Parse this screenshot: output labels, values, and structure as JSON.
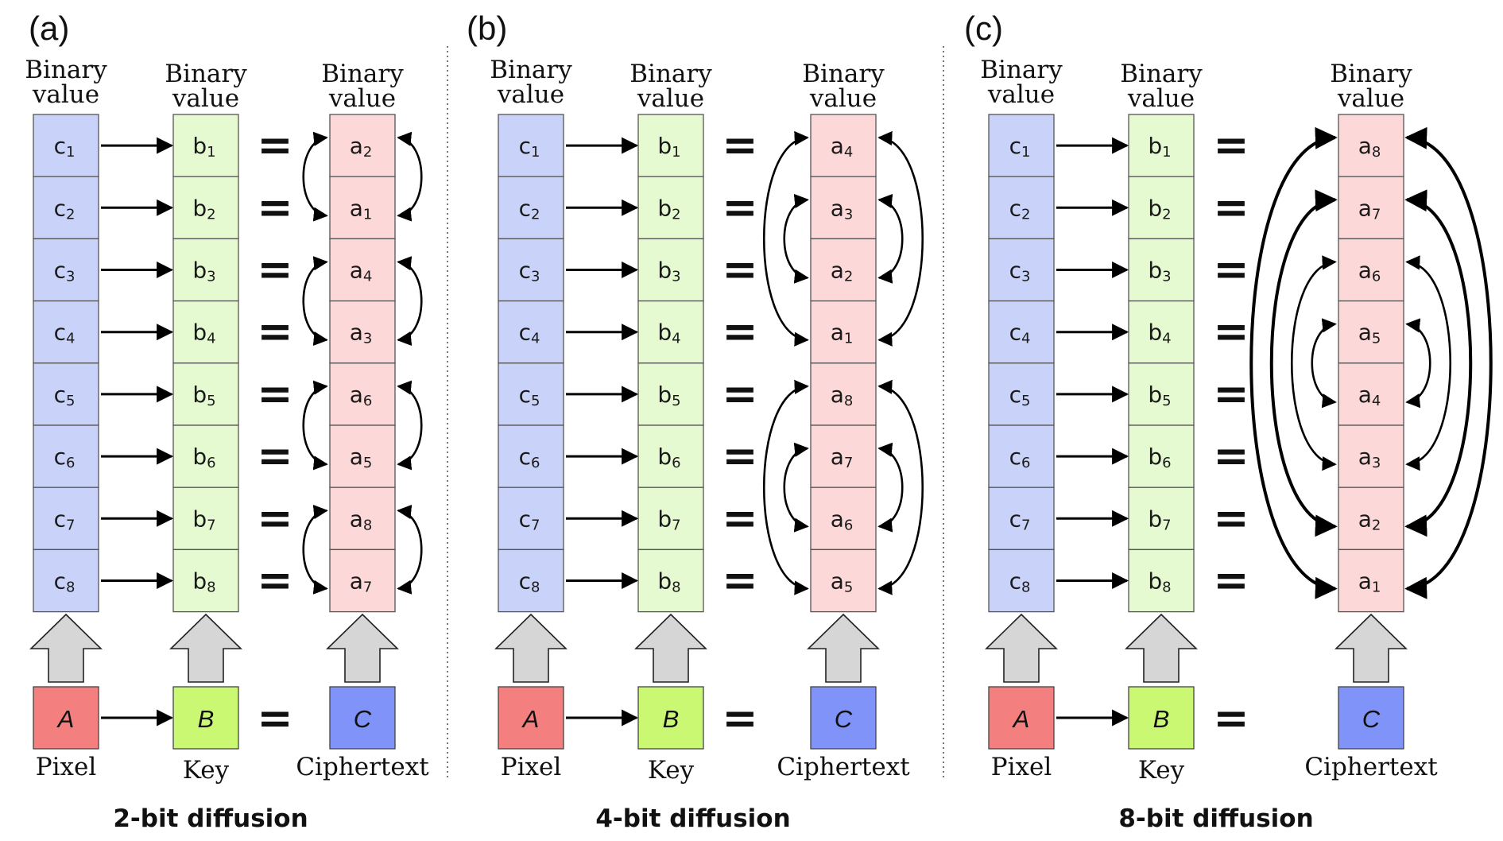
{
  "colors": {
    "pixel_cell": "#c9d3fa",
    "key_cell": "#e6fad2",
    "cipher_cell": "#fcd8d8",
    "pixel_block": "#f47f7f",
    "key_block": "#cbf873",
    "cipher_block": "#7f93f8",
    "up_arrow": "#d6d6d6"
  },
  "panels": [
    {
      "label": "(a)",
      "column_headers": [
        "Binary value",
        "Binary value",
        "Binary value"
      ],
      "pixel_cells": [
        {
          "l": "c",
          "s": "1"
        },
        {
          "l": "c",
          "s": "2"
        },
        {
          "l": "c",
          "s": "3"
        },
        {
          "l": "c",
          "s": "4"
        },
        {
          "l": "c",
          "s": "5"
        },
        {
          "l": "c",
          "s": "6"
        },
        {
          "l": "c",
          "s": "7"
        },
        {
          "l": "c",
          "s": "8"
        }
      ],
      "key_cells": [
        {
          "l": "b",
          "s": "1"
        },
        {
          "l": "b",
          "s": "2"
        },
        {
          "l": "b",
          "s": "3"
        },
        {
          "l": "b",
          "s": "4"
        },
        {
          "l": "b",
          "s": "5"
        },
        {
          "l": "b",
          "s": "6"
        },
        {
          "l": "b",
          "s": "7"
        },
        {
          "l": "b",
          "s": "8"
        }
      ],
      "cipher_cells": [
        {
          "l": "a",
          "s": "2"
        },
        {
          "l": "a",
          "s": "1"
        },
        {
          "l": "a",
          "s": "4"
        },
        {
          "l": "a",
          "s": "3"
        },
        {
          "l": "a",
          "s": "6"
        },
        {
          "l": "a",
          "s": "5"
        },
        {
          "l": "a",
          "s": "8"
        },
        {
          "l": "a",
          "s": "7"
        }
      ],
      "swaps": [
        [
          0,
          1
        ],
        [
          2,
          3
        ],
        [
          4,
          5
        ],
        [
          6,
          7
        ]
      ],
      "blocks": [
        "A",
        "B",
        "C"
      ],
      "block_captions": [
        "Pixel",
        "Key",
        "Ciphertext"
      ],
      "caption": "2-bit diffusion"
    },
    {
      "label": "(b)",
      "column_headers": [
        "Binary value",
        "Binary value",
        "Binary value"
      ],
      "pixel_cells": [
        {
          "l": "c",
          "s": "1"
        },
        {
          "l": "c",
          "s": "2"
        },
        {
          "l": "c",
          "s": "3"
        },
        {
          "l": "c",
          "s": "4"
        },
        {
          "l": "c",
          "s": "5"
        },
        {
          "l": "c",
          "s": "6"
        },
        {
          "l": "c",
          "s": "7"
        },
        {
          "l": "c",
          "s": "8"
        }
      ],
      "key_cells": [
        {
          "l": "b",
          "s": "1"
        },
        {
          "l": "b",
          "s": "2"
        },
        {
          "l": "b",
          "s": "3"
        },
        {
          "l": "b",
          "s": "4"
        },
        {
          "l": "b",
          "s": "5"
        },
        {
          "l": "b",
          "s": "6"
        },
        {
          "l": "b",
          "s": "7"
        },
        {
          "l": "b",
          "s": "8"
        }
      ],
      "cipher_cells": [
        {
          "l": "a",
          "s": "4"
        },
        {
          "l": "a",
          "s": "3"
        },
        {
          "l": "a",
          "s": "2"
        },
        {
          "l": "a",
          "s": "1"
        },
        {
          "l": "a",
          "s": "8"
        },
        {
          "l": "a",
          "s": "7"
        },
        {
          "l": "a",
          "s": "6"
        },
        {
          "l": "a",
          "s": "5"
        }
      ],
      "swaps": [
        [
          0,
          3
        ],
        [
          1,
          2
        ],
        [
          4,
          7
        ],
        [
          5,
          6
        ]
      ],
      "blocks": [
        "A",
        "B",
        "C"
      ],
      "block_captions": [
        "Pixel",
        "Key",
        "Ciphertext"
      ],
      "caption": "4-bit diffusion"
    },
    {
      "label": "(c)",
      "column_headers": [
        "Binary value",
        "Binary value",
        "Binary value"
      ],
      "pixel_cells": [
        {
          "l": "c",
          "s": "1"
        },
        {
          "l": "c",
          "s": "2"
        },
        {
          "l": "c",
          "s": "3"
        },
        {
          "l": "c",
          "s": "4"
        },
        {
          "l": "c",
          "s": "5"
        },
        {
          "l": "c",
          "s": "6"
        },
        {
          "l": "c",
          "s": "7"
        },
        {
          "l": "c",
          "s": "8"
        }
      ],
      "key_cells": [
        {
          "l": "b",
          "s": "1"
        },
        {
          "l": "b",
          "s": "2"
        },
        {
          "l": "b",
          "s": "3"
        },
        {
          "l": "b",
          "s": "4"
        },
        {
          "l": "b",
          "s": "5"
        },
        {
          "l": "b",
          "s": "6"
        },
        {
          "l": "b",
          "s": "7"
        },
        {
          "l": "b",
          "s": "8"
        }
      ],
      "cipher_cells": [
        {
          "l": "a",
          "s": "8"
        },
        {
          "l": "a",
          "s": "7"
        },
        {
          "l": "a",
          "s": "6"
        },
        {
          "l": "a",
          "s": "5"
        },
        {
          "l": "a",
          "s": "4"
        },
        {
          "l": "a",
          "s": "3"
        },
        {
          "l": "a",
          "s": "2"
        },
        {
          "l": "a",
          "s": "1"
        }
      ],
      "swaps": [
        [
          0,
          7
        ],
        [
          1,
          6
        ],
        [
          2,
          5
        ],
        [
          3,
          4
        ]
      ],
      "blocks": [
        "A",
        "B",
        "C"
      ],
      "block_captions": [
        "Pixel",
        "Key",
        "Ciphertext"
      ],
      "caption": "8-bit diffusion"
    }
  ],
  "equals_sign": "="
}
